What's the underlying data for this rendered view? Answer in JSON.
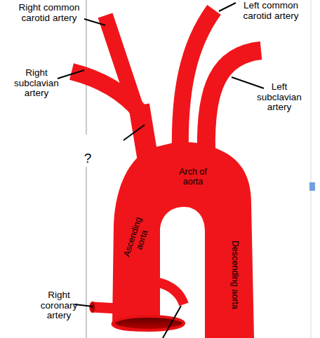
{
  "diagram": {
    "labels": [
      "Right common carotid artery",
      "Left common carotid artery",
      "Right subclavian artery",
      "?",
      "Left subclavian artery",
      "Arch of aorta",
      "Ascending aorta",
      "Descending aorta",
      "Right coronary artery"
    ]
  }
}
